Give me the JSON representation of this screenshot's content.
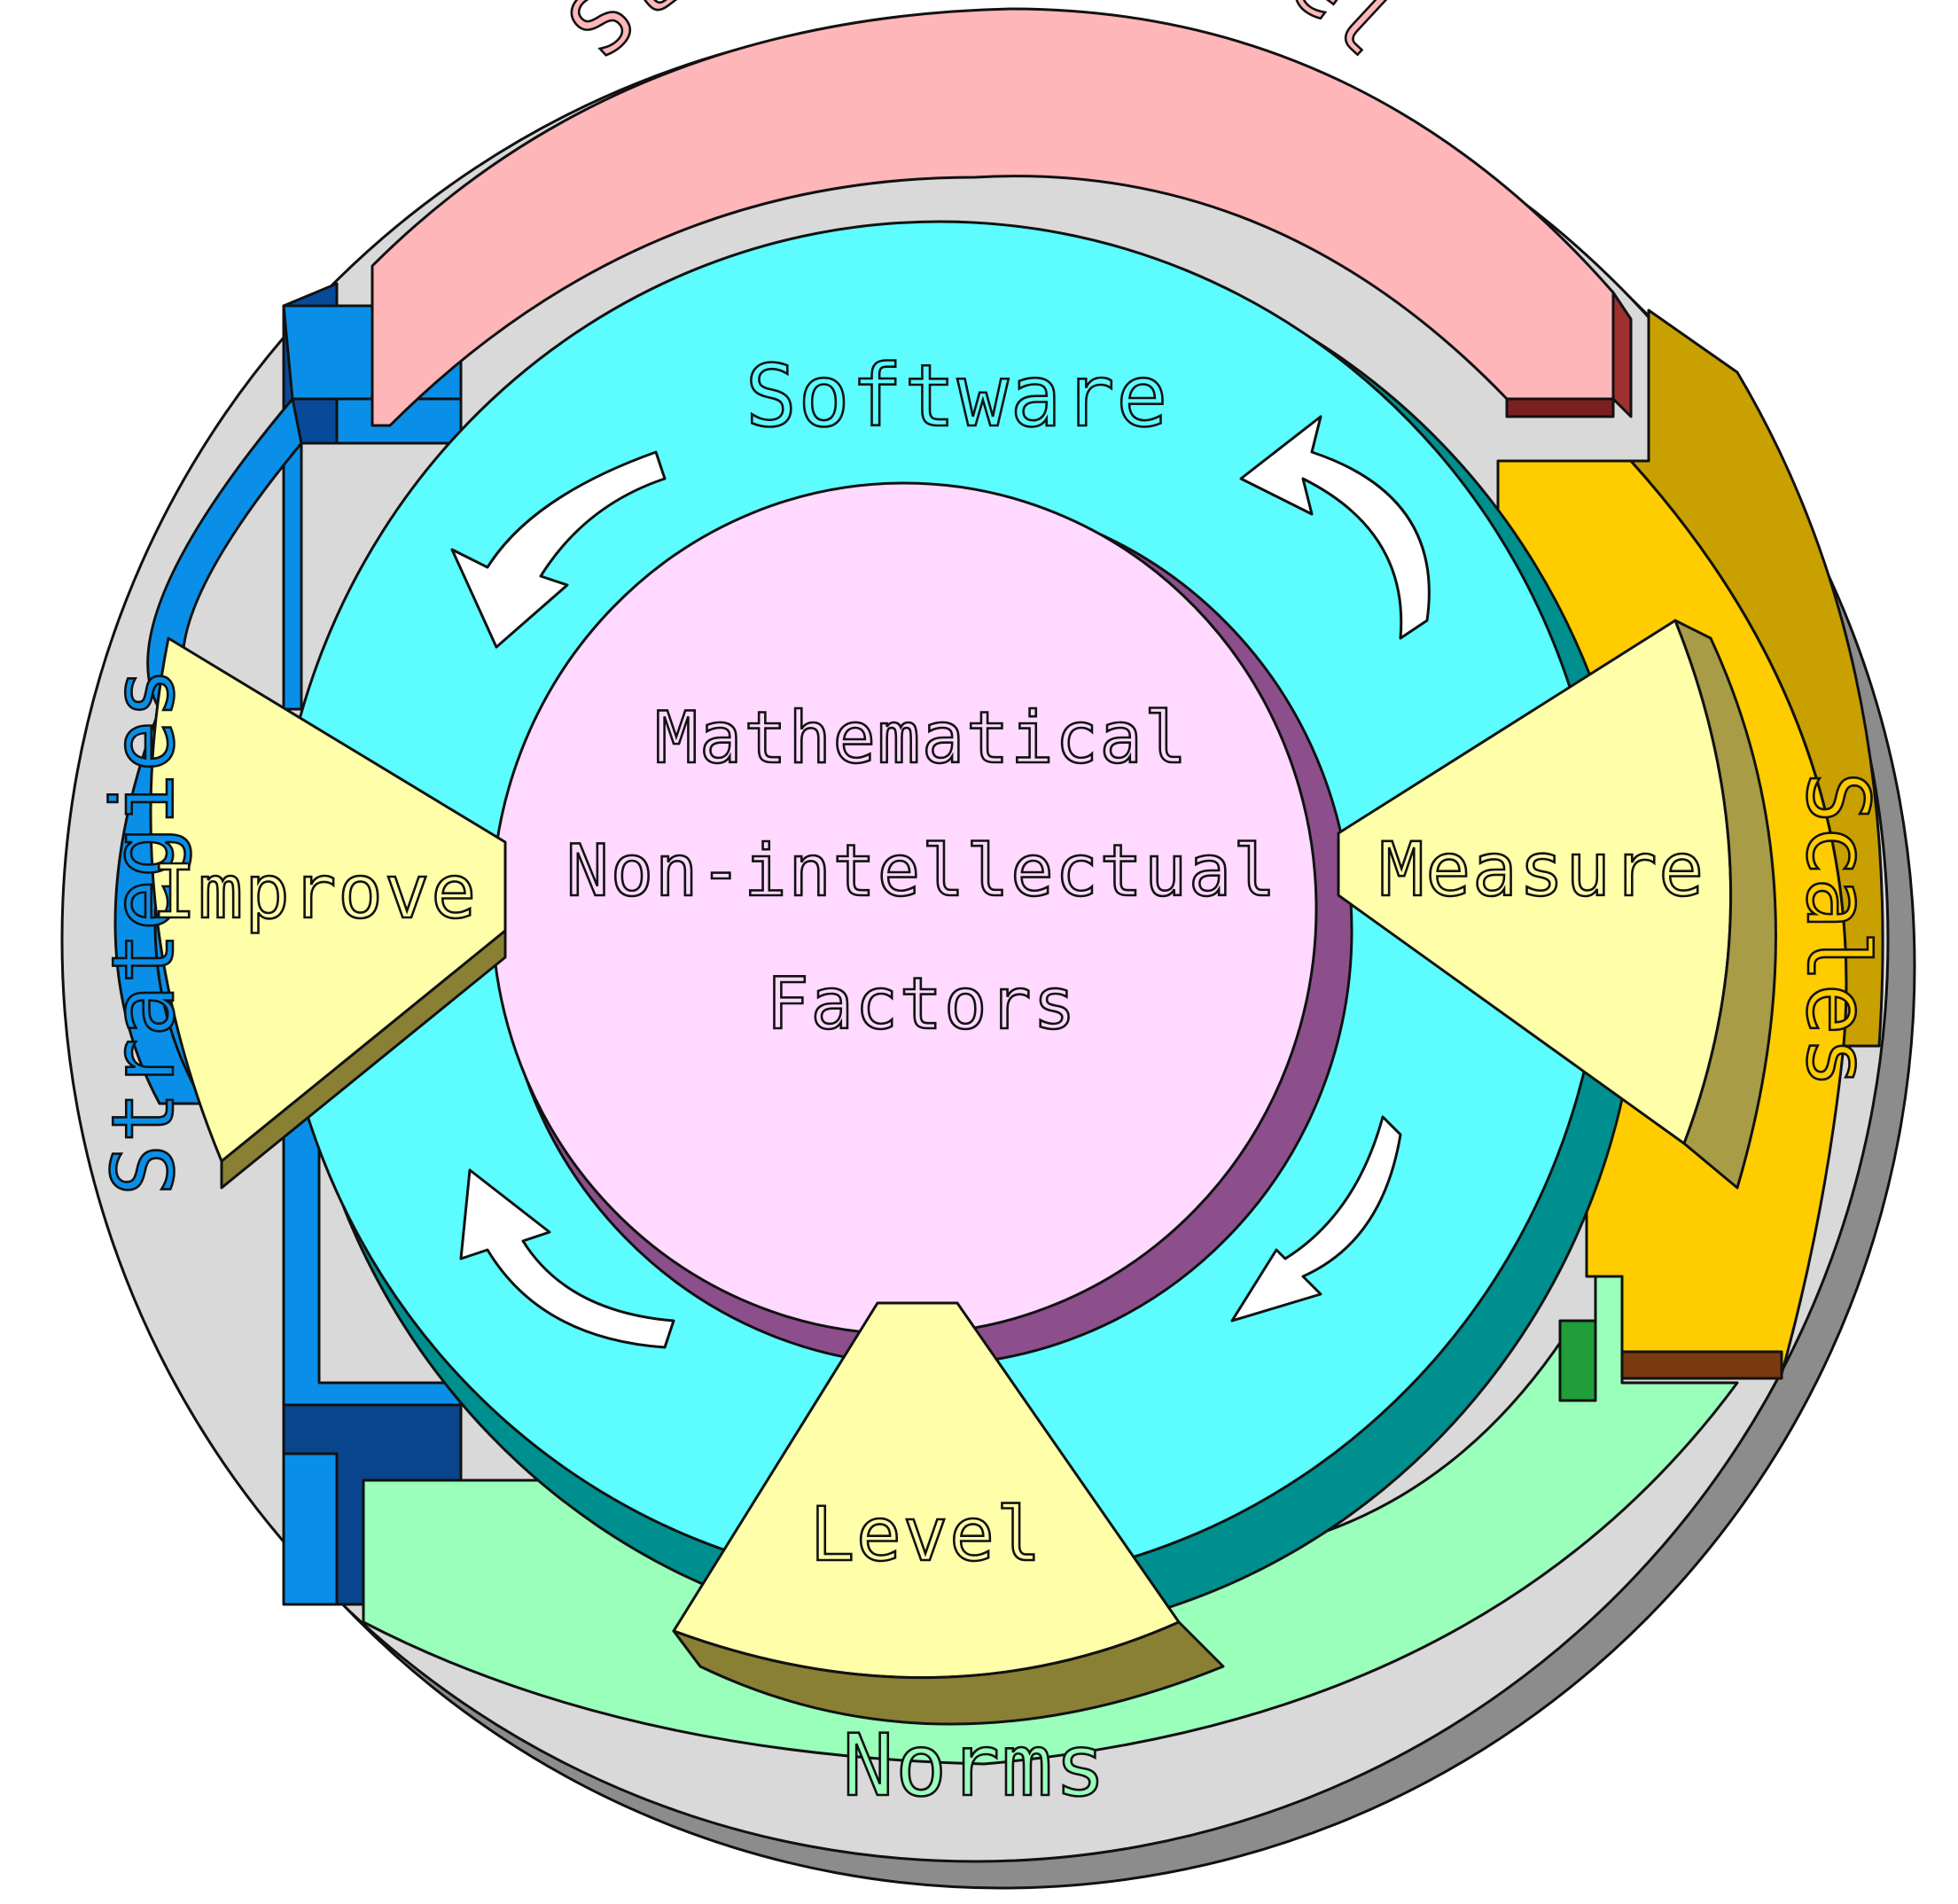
{
  "diagram": {
    "outer_ring": {
      "top": "Structural Model",
      "right": "Scales",
      "bottom": "Norms",
      "left": "Strategies"
    },
    "middle_ring": {
      "top": "Software"
    },
    "sectors": {
      "right": "Measure",
      "bottom": "Level",
      "left": "Improve"
    },
    "center": {
      "line1": "Mathematical",
      "line2": "Non-intellectual",
      "line3": "Factors"
    },
    "colors": {
      "structural_model": "#ffb6b9",
      "scales": "#ffcc00",
      "norms": "#99ffbb",
      "strategies": "#0a8fe8",
      "software_ring": "#5cfcff",
      "sectors": "#ffffaa",
      "center": "#ffd9ff",
      "base": "#d9d9d9"
    },
    "cycle_arrows": [
      "arrow-icon",
      "arrow-icon",
      "arrow-icon",
      "arrow-icon"
    ]
  }
}
